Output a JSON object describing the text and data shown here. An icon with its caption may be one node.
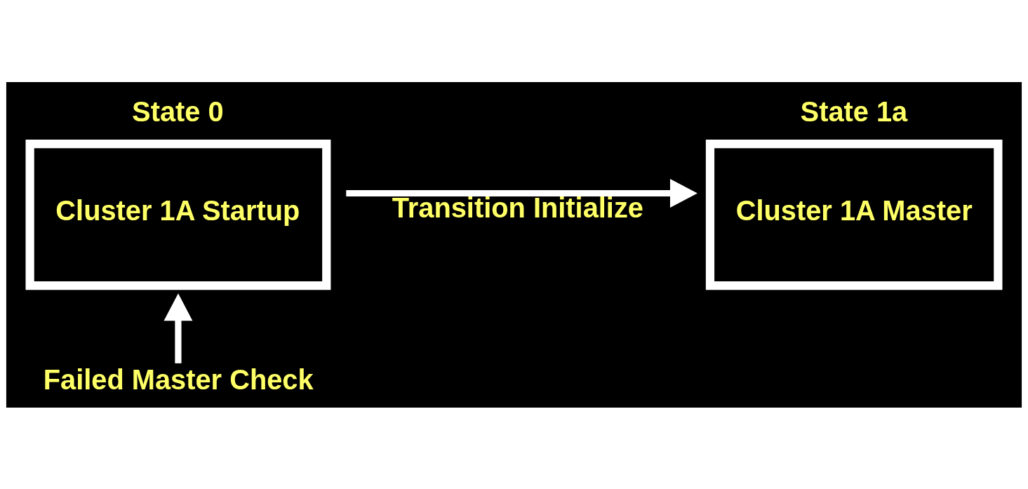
{
  "diagram": {
    "nodes": [
      {
        "text": [
          "State 0",
          "Cluster 1A Startup"
        ]
      },
      {
        "text": [
          "State 1a",
          "Cluster 1A Master"
        ]
      },
      {
        "text": [
          "Failed Master Check"
        ]
      }
    ],
    "edges": [
      {
        "from": 0,
        "to": 1,
        "arrow": "to",
        "label": "Transition Initialize"
      },
      {
        "from": 2,
        "to": 0,
        "arrow": "to"
      }
    ]
  }
}
